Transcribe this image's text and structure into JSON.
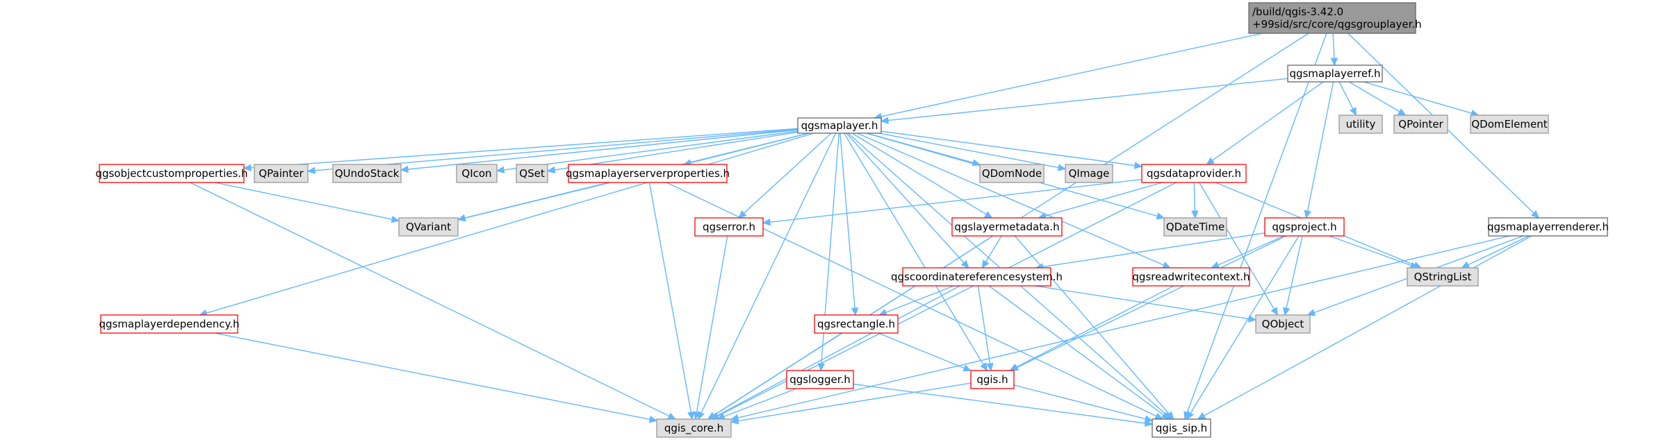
{
  "colors": {
    "edge": "#63b8ff",
    "root_fill": "#999999",
    "root_border": "#666666",
    "missing_fill": "#e0e0e0",
    "missing_border": "#999999",
    "documented_fill": "#ffffff",
    "documented_border": "#666666",
    "incomplete_fill": "#ffffff",
    "incomplete_border": "#ff0000"
  },
  "nodes": [
    {
      "id": "root",
      "lines": [
        "/build/qgis-3.42.0",
        "+99sid/src/core/qgsgrouplayer.h"
      ],
      "style": "root"
    },
    {
      "id": "maplayerref",
      "lines": [
        "qgsmaplayerref.h"
      ],
      "style": "documented"
    },
    {
      "id": "maplayer",
      "lines": [
        "qgsmaplayer.h"
      ],
      "style": "documented"
    },
    {
      "id": "utility",
      "lines": [
        "utility"
      ],
      "style": "missing"
    },
    {
      "id": "qpointer",
      "lines": [
        "QPointer"
      ],
      "style": "missing"
    },
    {
      "id": "qdomelement",
      "lines": [
        "QDomElement"
      ],
      "style": "missing"
    },
    {
      "id": "objcustprops",
      "lines": [
        "qgsobjectcustomproperties.h"
      ],
      "style": "incomplete"
    },
    {
      "id": "qpainter",
      "lines": [
        "QPainter"
      ],
      "style": "missing"
    },
    {
      "id": "qundostack",
      "lines": [
        "QUndoStack"
      ],
      "style": "missing"
    },
    {
      "id": "qicon",
      "lines": [
        "QIcon"
      ],
      "style": "missing"
    },
    {
      "id": "qset",
      "lines": [
        "QSet"
      ],
      "style": "missing"
    },
    {
      "id": "serverprops",
      "lines": [
        "qgsmaplayerserverproperties.h"
      ],
      "style": "incomplete"
    },
    {
      "id": "qdomnode",
      "lines": [
        "QDomNode"
      ],
      "style": "missing"
    },
    {
      "id": "qimage",
      "lines": [
        "QImage"
      ],
      "style": "missing"
    },
    {
      "id": "dataprovider",
      "lines": [
        "qgsdataprovider.h"
      ],
      "style": "incomplete"
    },
    {
      "id": "renderer",
      "lines": [
        "qgsmaplayerrenderer.h"
      ],
      "style": "documented"
    },
    {
      "id": "qvariant",
      "lines": [
        "QVariant"
      ],
      "style": "missing"
    },
    {
      "id": "qdatetime",
      "lines": [
        "QDateTime"
      ],
      "style": "missing"
    },
    {
      "id": "error",
      "lines": [
        "qgserror.h"
      ],
      "style": "incomplete"
    },
    {
      "id": "layermeta",
      "lines": [
        "qgslayermetadata.h"
      ],
      "style": "incomplete"
    },
    {
      "id": "project",
      "lines": [
        "qgsproject.h"
      ],
      "style": "incomplete"
    },
    {
      "id": "crs",
      "lines": [
        "qgscoordinatereferencesystem.h"
      ],
      "style": "incomplete"
    },
    {
      "id": "rwcontext",
      "lines": [
        "qgsreadwritecontext.h"
      ],
      "style": "incomplete"
    },
    {
      "id": "qstringlist",
      "lines": [
        "QStringList"
      ],
      "style": "missing"
    },
    {
      "id": "qobject",
      "lines": [
        "QObject"
      ],
      "style": "missing"
    },
    {
      "id": "dependency",
      "lines": [
        "qgsmaplayerdependency.h"
      ],
      "style": "incomplete"
    },
    {
      "id": "rectangle",
      "lines": [
        "qgsrectangle.h"
      ],
      "style": "incomplete"
    },
    {
      "id": "logger",
      "lines": [
        "qgslogger.h"
      ],
      "style": "incomplete"
    },
    {
      "id": "qgis",
      "lines": [
        "qgis.h"
      ],
      "style": "incomplete"
    },
    {
      "id": "core",
      "lines": [
        "qgis_core.h"
      ],
      "style": "missing"
    },
    {
      "id": "sip",
      "lines": [
        "qgis_sip.h"
      ],
      "style": "documented"
    }
  ],
  "edges": [
    [
      "root",
      "maplayerref"
    ],
    [
      "root",
      "maplayer"
    ],
    [
      "root",
      "renderer"
    ],
    [
      "root",
      "core"
    ],
    [
      "root",
      "sip"
    ],
    [
      "maplayerref",
      "maplayer"
    ],
    [
      "maplayerref",
      "utility"
    ],
    [
      "maplayerref",
      "qpointer"
    ],
    [
      "maplayerref",
      "qdomelement"
    ],
    [
      "maplayerref",
      "dataprovider"
    ],
    [
      "maplayerref",
      "project"
    ],
    [
      "maplayer",
      "objcustprops"
    ],
    [
      "maplayer",
      "qpainter"
    ],
    [
      "maplayer",
      "qundostack"
    ],
    [
      "maplayer",
      "qicon"
    ],
    [
      "maplayer",
      "qset"
    ],
    [
      "maplayer",
      "serverprops"
    ],
    [
      "maplayer",
      "qdomnode"
    ],
    [
      "maplayer",
      "qimage"
    ],
    [
      "maplayer",
      "dataprovider"
    ],
    [
      "maplayer",
      "qvariant"
    ],
    [
      "maplayer",
      "qdatetime"
    ],
    [
      "maplayer",
      "error"
    ],
    [
      "maplayer",
      "layermeta"
    ],
    [
      "maplayer",
      "crs"
    ],
    [
      "maplayer",
      "rwcontext"
    ],
    [
      "maplayer",
      "dependency"
    ],
    [
      "maplayer",
      "rectangle"
    ],
    [
      "maplayer",
      "logger"
    ],
    [
      "maplayer",
      "qgis"
    ],
    [
      "maplayer",
      "core"
    ],
    [
      "maplayer",
      "sip"
    ],
    [
      "objcustprops",
      "qvariant"
    ],
    [
      "objcustprops",
      "core"
    ],
    [
      "serverprops",
      "qvariant"
    ],
    [
      "serverprops",
      "core"
    ],
    [
      "serverprops",
      "sip"
    ],
    [
      "dataprovider",
      "qdatetime"
    ],
    [
      "dataprovider",
      "error"
    ],
    [
      "dataprovider",
      "layermeta"
    ],
    [
      "dataprovider",
      "qstringlist"
    ],
    [
      "dataprovider",
      "qobject"
    ],
    [
      "dataprovider",
      "core"
    ],
    [
      "renderer",
      "qstringlist"
    ],
    [
      "renderer",
      "qobject"
    ],
    [
      "renderer",
      "core"
    ],
    [
      "renderer",
      "sip"
    ],
    [
      "error",
      "core"
    ],
    [
      "layermeta",
      "crs"
    ],
    [
      "layermeta",
      "core"
    ],
    [
      "layermeta",
      "sip"
    ],
    [
      "project",
      "crs"
    ],
    [
      "project",
      "rwcontext"
    ],
    [
      "project",
      "qstringlist"
    ],
    [
      "project",
      "qobject"
    ],
    [
      "project",
      "qgis"
    ],
    [
      "project",
      "sip"
    ],
    [
      "crs",
      "rectangle"
    ],
    [
      "crs",
      "qobject"
    ],
    [
      "crs",
      "qgis"
    ],
    [
      "crs",
      "core"
    ],
    [
      "crs",
      "sip"
    ],
    [
      "rwcontext",
      "qgis"
    ],
    [
      "dependency",
      "core"
    ],
    [
      "rectangle",
      "qgis"
    ],
    [
      "rectangle",
      "core"
    ],
    [
      "logger",
      "core"
    ],
    [
      "logger",
      "sip"
    ],
    [
      "qgis",
      "core"
    ],
    [
      "qgis",
      "sip"
    ]
  ]
}
